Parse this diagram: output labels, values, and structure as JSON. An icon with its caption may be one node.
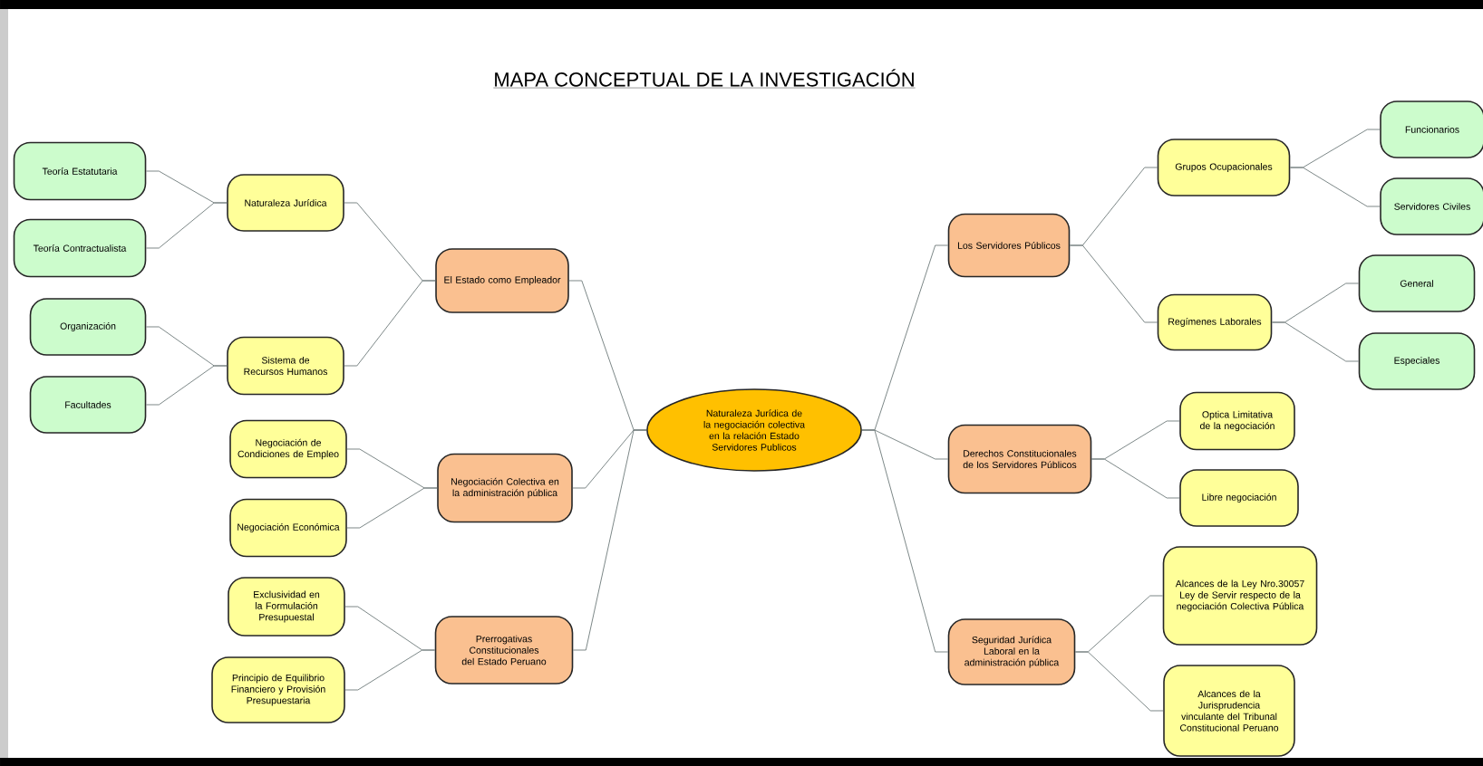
{
  "diagram": {
    "title": "MAPA CONCEPTUAL DE LA INVESTIGACIÓN",
    "nodes": [
      {
        "text": [
          "Naturaleza Jurídica de la negociación colectiva en la relación Estado Servidores Publicos"
        ]
      },
      {
        "text": [
          "El Estado como Empleador"
        ]
      },
      {
        "text": [
          "Naturaleza Jurídica"
        ]
      },
      {
        "text": [
          "Teoría Estatutaria"
        ]
      },
      {
        "text": [
          "Teoría Contractualista"
        ]
      },
      {
        "text": [
          "Sistema de Recursos Humanos"
        ]
      },
      {
        "text": [
          "Organización"
        ]
      },
      {
        "text": [
          "Facultades"
        ]
      },
      {
        "text": [
          "Negociación Colectiva en la administración pública"
        ]
      },
      {
        "text": [
          "Negociación de Condiciones de Empleo"
        ]
      },
      {
        "text": [
          "Negociación Económica"
        ]
      },
      {
        "text": [
          "Prerrogativas Constitucionales del Estado Peruano"
        ]
      },
      {
        "text": [
          "Exclusividad en la Formulación Presupuestal"
        ]
      },
      {
        "text": [
          "Principio de Equilibrio Financiero y Provisión Presupuestaria"
        ]
      },
      {
        "text": [
          "Los Servidores Públicos"
        ]
      },
      {
        "text": [
          "Grupos Ocupacionales"
        ]
      },
      {
        "text": [
          "Funcionarios"
        ]
      },
      {
        "text": [
          "Servidores Civiles"
        ]
      },
      {
        "text": [
          "Regímenes Laborales"
        ]
      },
      {
        "text": [
          "General"
        ]
      },
      {
        "text": [
          "Especiales"
        ]
      },
      {
        "text": [
          "Derechos Constitucionales de los Servidores Públicos"
        ]
      },
      {
        "text": [
          "Optica Limitativa de la negociación"
        ]
      },
      {
        "text": [
          "Libre negociación"
        ]
      },
      {
        "text": [
          "Seguridad Jurídica Laboral en la administración pública"
        ]
      },
      {
        "text": [
          "Alcances de la Ley Nro.30057 Ley de Servir respecto de la negociación Colectiva Pública"
        ]
      },
      {
        "text": [
          "Alcances de la Jurisprudencia vinculante del Tribunal Constitucional Peruano"
        ]
      }
    ],
    "edges": [
      {
        "from": 0,
        "to": 1,
        "arrow": "none"
      },
      {
        "from": 0,
        "to": 8,
        "arrow": "none"
      },
      {
        "from": 0,
        "to": 11,
        "arrow": "none"
      },
      {
        "from": 0,
        "to": 14,
        "arrow": "none"
      },
      {
        "from": 0,
        "to": 21,
        "arrow": "none"
      },
      {
        "from": 0,
        "to": 24,
        "arrow": "none"
      },
      {
        "from": 1,
        "to": 2,
        "arrow": "none"
      },
      {
        "from": 1,
        "to": 5,
        "arrow": "none"
      },
      {
        "from": 2,
        "to": 3,
        "arrow": "none"
      },
      {
        "from": 2,
        "to": 4,
        "arrow": "none"
      },
      {
        "from": 5,
        "to": 6,
        "arrow": "none"
      },
      {
        "from": 5,
        "to": 7,
        "arrow": "none"
      },
      {
        "from": 8,
        "to": 9,
        "arrow": "none"
      },
      {
        "from": 8,
        "to": 10,
        "arrow": "none"
      },
      {
        "from": 11,
        "to": 12,
        "arrow": "none"
      },
      {
        "from": 11,
        "to": 13,
        "arrow": "none"
      },
      {
        "from": 14,
        "to": 15,
        "arrow": "none"
      },
      {
        "from": 14,
        "to": 18,
        "arrow": "none"
      },
      {
        "from": 15,
        "to": 16,
        "arrow": "none"
      },
      {
        "from": 15,
        "to": 17,
        "arrow": "none"
      },
      {
        "from": 18,
        "to": 19,
        "arrow": "none"
      },
      {
        "from": 18,
        "to": 20,
        "arrow": "none"
      },
      {
        "from": 21,
        "to": 22,
        "arrow": "none"
      },
      {
        "from": 21,
        "to": 23,
        "arrow": "none"
      },
      {
        "from": 24,
        "to": 25,
        "arrow": "none"
      },
      {
        "from": 24,
        "to": 26,
        "arrow": "none"
      }
    ]
  }
}
